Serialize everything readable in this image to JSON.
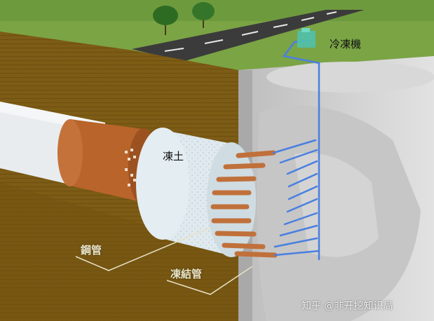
{
  "diagram": {
    "title": "",
    "labels": {
      "freezer": "冷凍機",
      "frozen_soil": "凍土",
      "steel_pipe": "鋼管",
      "freeze_pipe": "凍結管"
    },
    "watermark": "知乎 @非开挖知识局",
    "colors": {
      "grass": "#7ba445",
      "road": "#3a3a3a",
      "soil": "#7a5a14",
      "frozen_soil": "#d9e8ee",
      "steel_pipe": "#b9652a",
      "freeze_pipe": "#4a7fe0",
      "shaft": "#cfcfcf",
      "freezer_unit": "#4fc2b0"
    }
  }
}
